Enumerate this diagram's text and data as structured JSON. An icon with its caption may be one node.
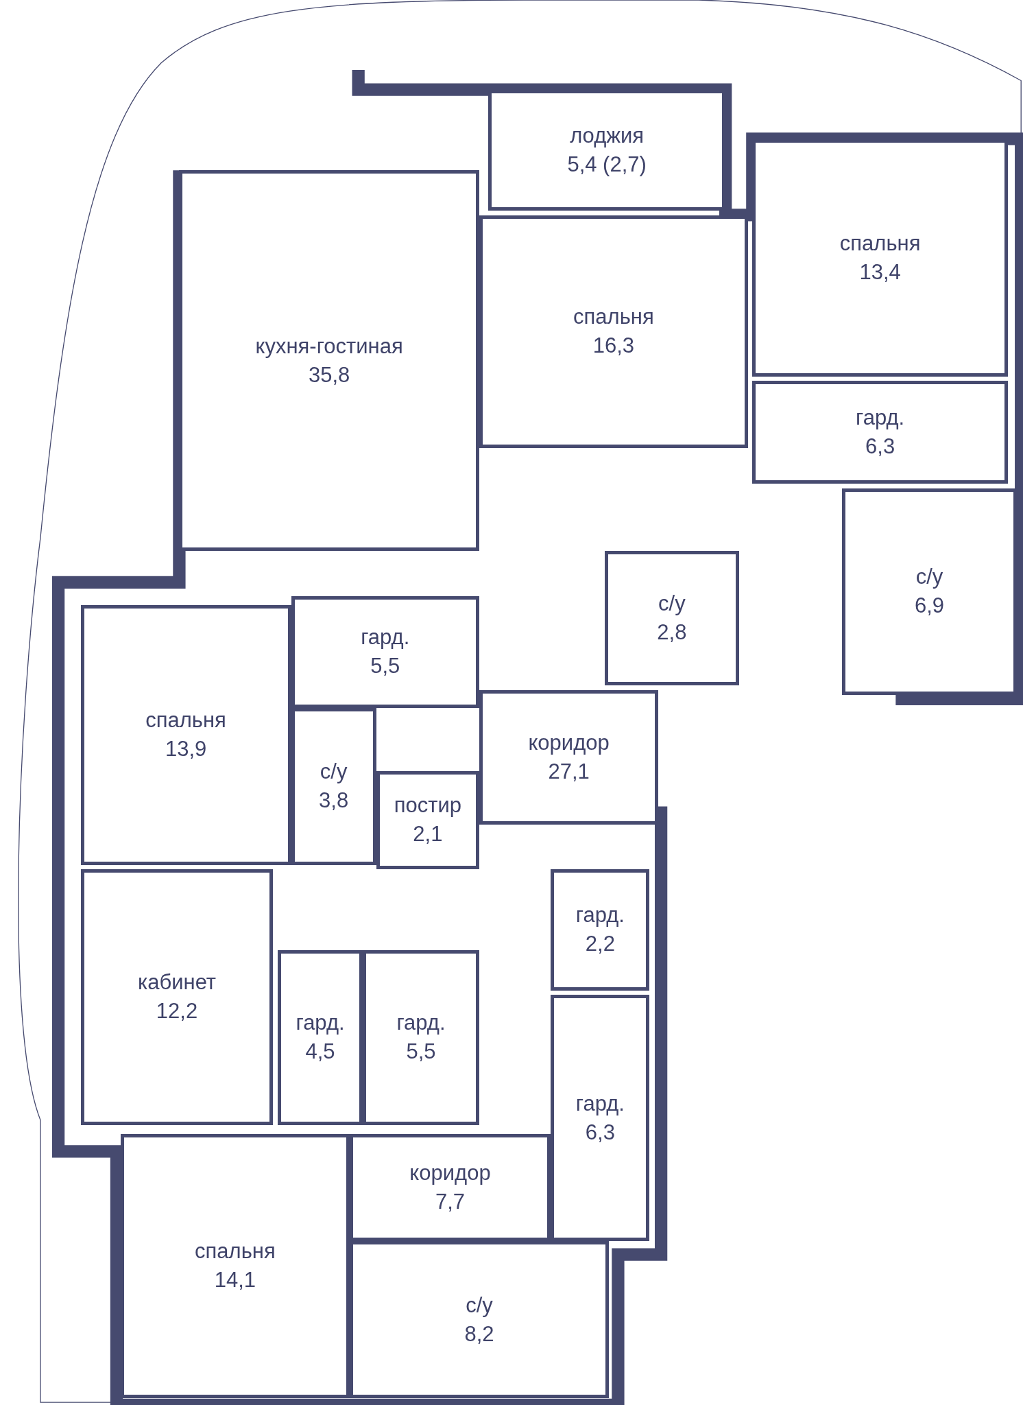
{
  "diagram": {
    "nodes": [
      {
        "text": [
          "лоджия",
          "5,4 (2,7)"
        ]
      },
      {
        "text": [
          "спальня",
          "13,4"
        ]
      },
      {
        "text": [
          "спальня",
          "16,3"
        ]
      },
      {
        "text": [
          "кухня-гостиная",
          "35,8"
        ]
      },
      {
        "text": [
          "гард.",
          "6,3"
        ]
      },
      {
        "text": [
          "с/у",
          "2,8"
        ]
      },
      {
        "text": [
          "с/у",
          "6,9"
        ]
      },
      {
        "text": [
          "спальня",
          "13,9"
        ]
      },
      {
        "text": [
          "гард.",
          "5,5"
        ]
      },
      {
        "text": [
          "с/у",
          "3,8"
        ]
      },
      {
        "text": [
          "коридор",
          "27,1"
        ]
      },
      {
        "text": [
          "постир",
          "2,1"
        ]
      },
      {
        "text": [
          "кабинет",
          "12,2"
        ]
      },
      {
        "text": [
          "гард.",
          "2,2"
        ]
      },
      {
        "text": [
          "гард.",
          "4,5"
        ]
      },
      {
        "text": [
          "гард.",
          "5,5"
        ]
      },
      {
        "text": [
          "гард.",
          "6,3"
        ]
      },
      {
        "text": [
          "спальня",
          "14,1"
        ]
      },
      {
        "text": [
          "коридор",
          "7,7"
        ]
      },
      {
        "text": [
          "с/у",
          "8,2"
        ]
      }
    ]
  }
}
